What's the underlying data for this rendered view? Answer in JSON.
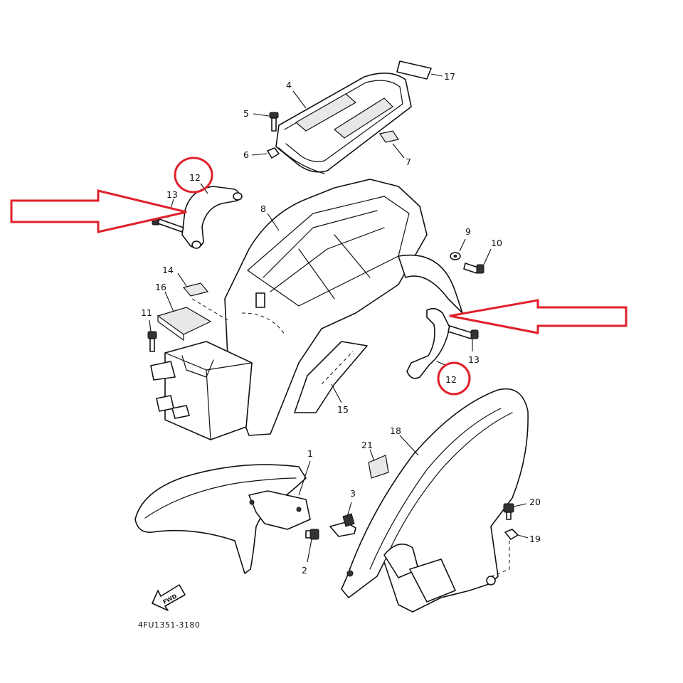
{
  "diagram_code": "4FU1351-3180",
  "fwd_label": "FWD",
  "accent_color": "#e0202a",
  "callouts": {
    "c1": "1",
    "c2": "2",
    "c3": "3",
    "c4": "4",
    "c5": "5",
    "c6": "6",
    "c7": "7",
    "c8": "8",
    "c9": "9",
    "c10": "10",
    "c11": "11",
    "c12a": "12",
    "c12b": "12",
    "c13a": "13",
    "c13b": "13",
    "c14": "14",
    "c15": "15",
    "c16": "16",
    "c17": "17",
    "c18": "18",
    "c19": "19",
    "c20": "20",
    "c21": "21"
  },
  "highlights": [
    {
      "part": "12",
      "marker": "red-circle-and-arrow",
      "side": "left"
    },
    {
      "part": "12",
      "marker": "red-circle-and-arrow",
      "side": "right"
    }
  ]
}
